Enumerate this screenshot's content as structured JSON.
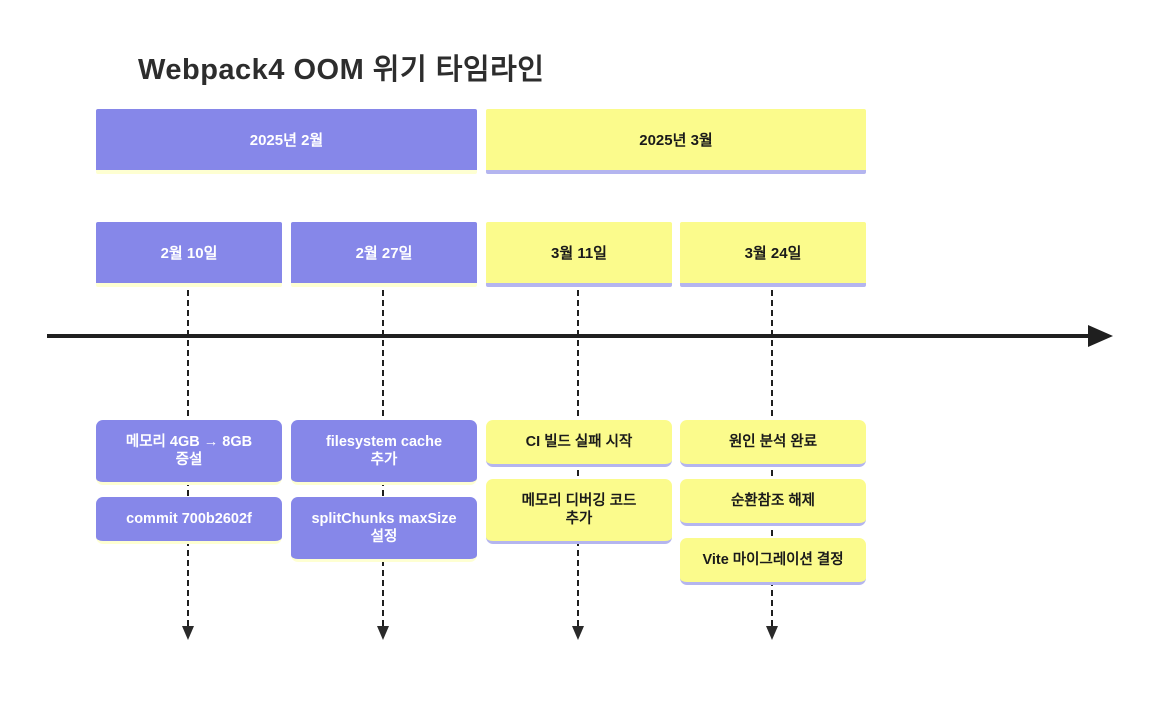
{
  "title": "Webpack4 OOM 위기 타임라인",
  "timeline": {
    "sections": [
      {
        "label": "2025년 2월",
        "theme": "purple",
        "periods": [
          {
            "label": "2월 10일",
            "events": [
              "메모리 4GB → 8GB\n증설",
              "commit 700b2602f"
            ]
          },
          {
            "label": "2월 27일",
            "events": [
              "filesystem cache\n추가",
              "splitChunks maxSize\n설정"
            ]
          }
        ]
      },
      {
        "label": "2025년 3월",
        "theme": "yellow",
        "periods": [
          {
            "label": "3월 11일",
            "events": [
              "CI 빌드 실패 시작",
              "메모리 디버깅 코드\n추가"
            ]
          },
          {
            "label": "3월 24일",
            "events": [
              "원인 분석 완료",
              "순환참조 해제",
              "Vite 마이그레이션 결정"
            ]
          }
        ]
      }
    ]
  },
  "colors": {
    "purple_fill": "#8687e9",
    "purple_edge": "#feffd2",
    "yellow_fill": "#fbfb8c",
    "yellow_edge": "#b4b5ef",
    "axis": "#1f1f1f",
    "title_text": "#2d2d2d"
  }
}
